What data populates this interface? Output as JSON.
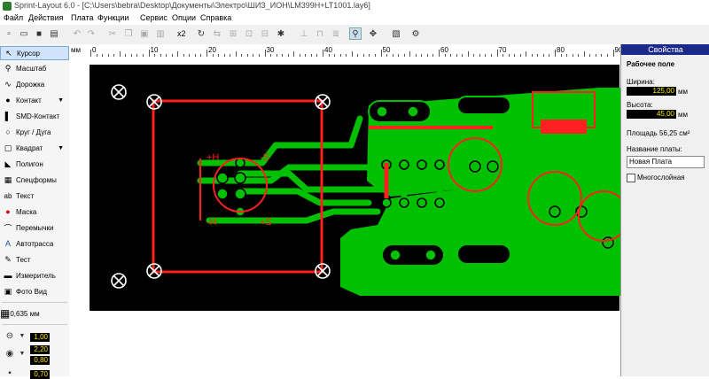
{
  "window": {
    "title": "Sprint-Layout 6.0 - [C:\\Users\\bebra\\Desktop\\Документы\\Электро\\ШИЗ_ИОН\\LM399H+LT1001.lay6]"
  },
  "menu": {
    "items": [
      "Файл",
      "Действия",
      "Плата",
      "Функции",
      "Сервис",
      "Опции",
      "Справка"
    ]
  },
  "toolbar": {
    "zoom_label": "x2"
  },
  "tools": {
    "items": [
      {
        "label": "Курсор",
        "icon": "cursor-icon"
      },
      {
        "label": "Масштаб",
        "icon": "zoom-icon"
      },
      {
        "label": "Дорожка",
        "icon": "track-icon"
      },
      {
        "label": "Контакт",
        "icon": "pad-icon"
      },
      {
        "label": "SMD-Контакт",
        "icon": "smd-pad-icon"
      },
      {
        "label": "Круг / Дуга",
        "icon": "circle-icon"
      },
      {
        "label": "Квадрат",
        "icon": "square-icon"
      },
      {
        "label": "Полигон",
        "icon": "polygon-icon"
      },
      {
        "label": "Спецформы",
        "icon": "special-form-icon"
      },
      {
        "label": "Текст",
        "icon": "text-icon"
      },
      {
        "label": "Маска",
        "icon": "mask-icon"
      },
      {
        "label": "Перемычки",
        "icon": "jumper-icon"
      },
      {
        "label": "Автотрасса",
        "icon": "autoroute-icon"
      },
      {
        "label": "Тест",
        "icon": "test-icon"
      },
      {
        "label": "Измеритель",
        "icon": "ruler-icon"
      },
      {
        "label": "Фото Вид",
        "icon": "photo-view-icon"
      }
    ],
    "grid_value": "0,635 мм",
    "track_width": "1,00",
    "pad_outer": "2,20",
    "pad_inner": "0,80",
    "smd_value": "0,70"
  },
  "ruler": {
    "unit": "мм",
    "labels": [
      "0",
      "10",
      "20",
      "30",
      "40",
      "50",
      "60",
      "70",
      "80",
      "90"
    ]
  },
  "properties": {
    "title": "Свойства",
    "section": "Рабочее поле",
    "width_label": "Ширина:",
    "width_value": "125,00",
    "height_label": "Высота:",
    "height_value": "45,00",
    "unit": "мм",
    "area": "Площадь 56,25 см²",
    "board_name_label": "Название платы:",
    "board_name": "Новая Плата",
    "multilayer_label": "Многослойная"
  },
  "board": {
    "silk_labels": [
      "+H",
      "-S",
      "-H",
      "+S"
    ],
    "colors": {
      "copper": "#00c000",
      "silk": "#ff2020",
      "background": "#000000",
      "outline": "#ffffff"
    }
  }
}
